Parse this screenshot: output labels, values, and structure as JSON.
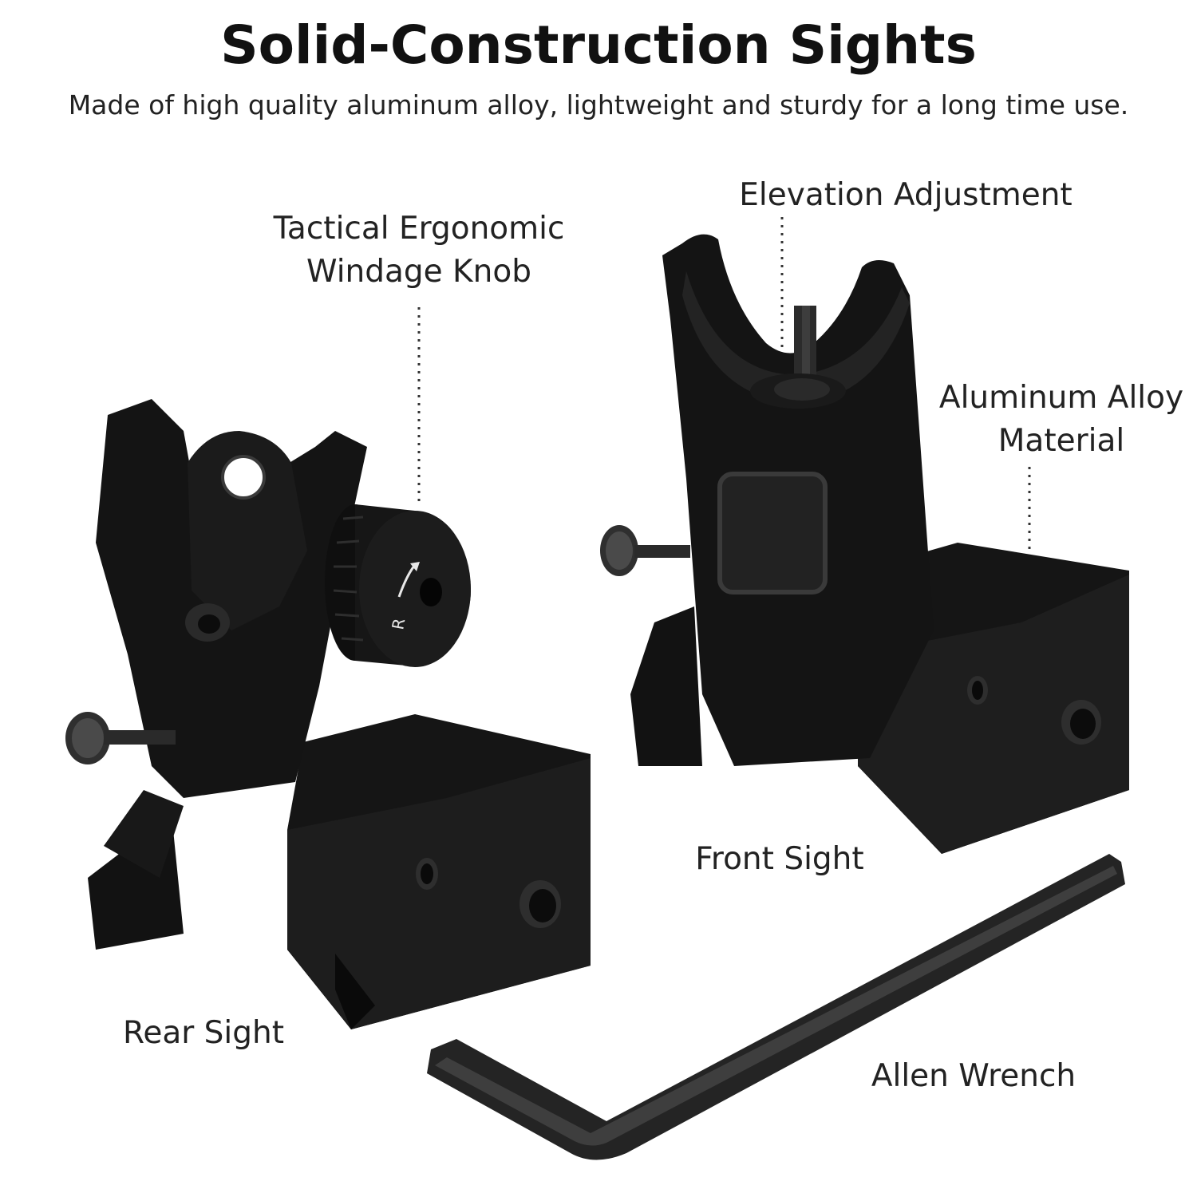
{
  "header": {
    "title": "Solid-Construction Sights",
    "subtitle": "Made of high quality aluminum alloy, lightweight and sturdy for a long time use."
  },
  "callouts": {
    "windage_knob": [
      "Tactical Ergonomic",
      "Windage Knob"
    ],
    "elevation": "Elevation Adjustment",
    "alloy": [
      "Aluminum Alloy",
      "Material"
    ],
    "front_sight": "Front Sight",
    "rear_sight": "Rear Sight",
    "allen_wrench": "Allen Wrench"
  },
  "knob_marking": "R",
  "colors": {
    "background": "#ffffff",
    "metal": "#151515",
    "metal_highlight": "#3a3a3a",
    "wrench": "#2b2b2b"
  }
}
